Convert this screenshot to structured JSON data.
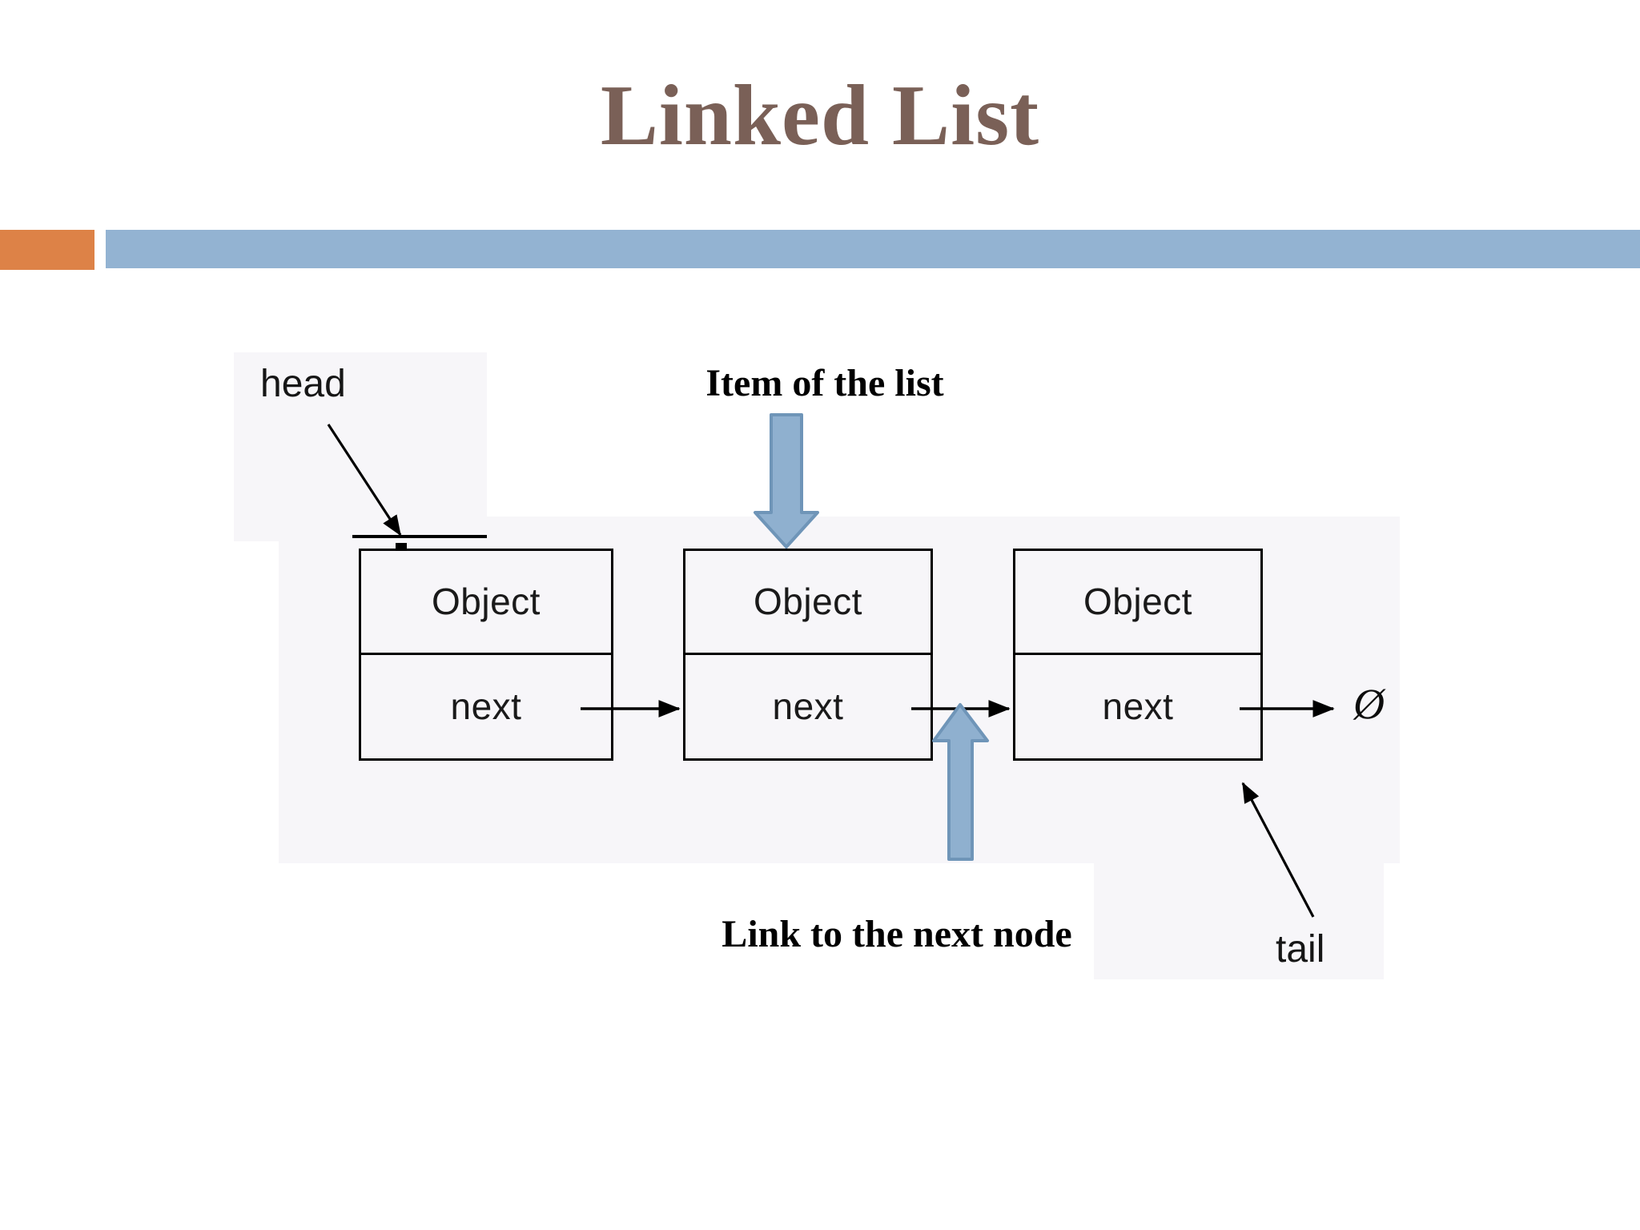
{
  "slide": {
    "title": "Linked List",
    "accent_orange": "#dd8247",
    "accent_blue": "#93b3d2",
    "title_color": "#7a6057",
    "panel_bg": "#f7f6f9",
    "arrow_fill": "#8fb0cf",
    "arrow_stroke": "#6f95b8"
  },
  "diagram": {
    "head_label": "head",
    "tail_label": "tail",
    "null_symbol": "Ø",
    "nodes": [
      {
        "object_label": "Object",
        "next_label": "next"
      },
      {
        "object_label": "Object",
        "next_label": "next"
      },
      {
        "object_label": "Object",
        "next_label": "next"
      }
    ],
    "callouts": {
      "item_of_the_list": "Item of the list",
      "link_to_the_next_node": "Link to the next node"
    }
  }
}
